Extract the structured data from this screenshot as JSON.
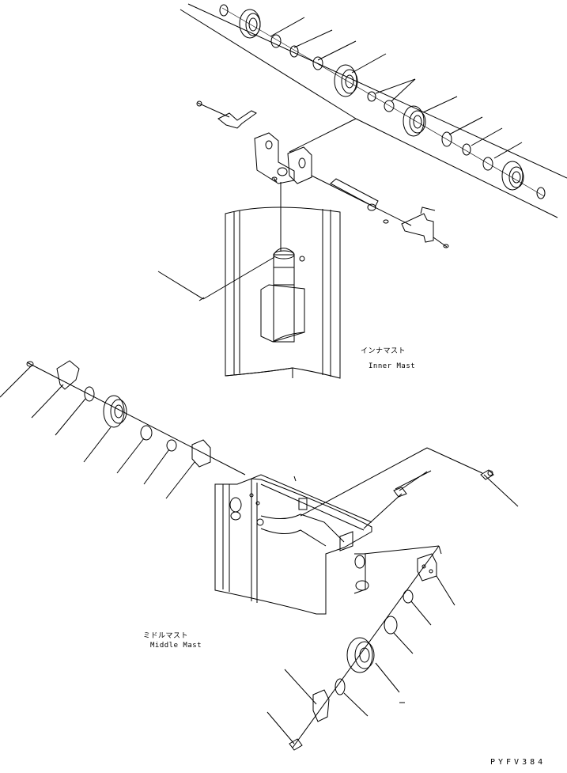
{
  "labels": {
    "inner_mast_jp": "インナマスト",
    "inner_mast_en": "Inner Mast",
    "middle_mast_jp": "ミドルマスト",
    "middle_mast_en": "Middle Mast"
  },
  "drawing_code": "PYFV384"
}
